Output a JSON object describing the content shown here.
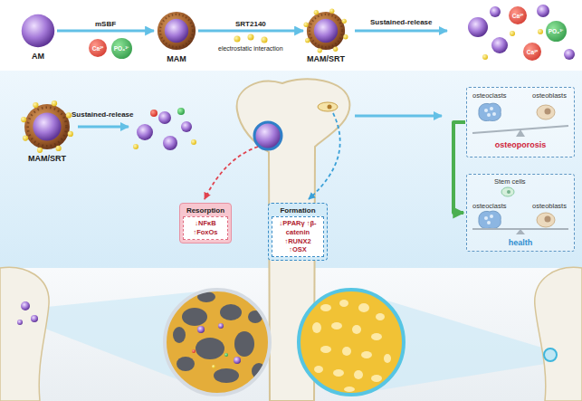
{
  "diagram": {
    "nodes": [
      {
        "text": [
          "AM"
        ]
      },
      {
        "text": [
          "Ca²⁺"
        ]
      },
      {
        "text": [
          "PO₄³⁻"
        ]
      },
      {
        "text": [
          "MAM"
        ]
      },
      {
        "text": [
          "MAM/SRT"
        ]
      },
      {
        "text": [
          "Ca²⁺"
        ]
      },
      {
        "text": [
          "PO₄³⁻"
        ]
      },
      {
        "text": [
          "Ca²⁺"
        ]
      },
      {
        "text": [
          "MAM/SRT"
        ]
      },
      {
        "text": [
          "Resorption",
          "↓NFκB ↑FoxOs"
        ]
      },
      {
        "text": [
          "Formation",
          "↓PPARγ ↑β-catenin ↑RUNX2 ↑OSX"
        ]
      },
      {
        "text": [
          "osteoclasts",
          "osteoblasts",
          "osteoporosis"
        ]
      },
      {
        "text": [
          "Stem cells",
          "osteoclasts",
          "osteoblasts",
          "health"
        ]
      }
    ],
    "edges": [
      {
        "from": 0,
        "to": 3,
        "label": "mSBF",
        "arrow": "to"
      },
      {
        "from": 3,
        "to": 4,
        "label": "SRT2140",
        "arrow": "to"
      },
      {
        "from": 11,
        "to": 12,
        "arrow": "to"
      }
    ],
    "labels": [
      "electrostatic interaction",
      "Sustained-release",
      "Sustained-release"
    ]
  }
}
